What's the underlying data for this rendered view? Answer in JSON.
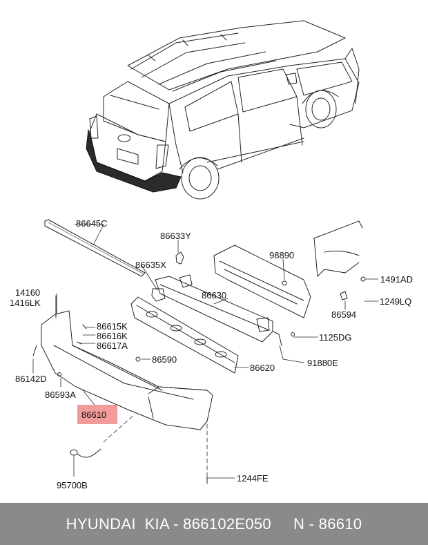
{
  "labels": {
    "p86645C": "86645C",
    "p86633Y": "86633Y",
    "p86635X": "86635X",
    "p98890": "98890",
    "p1491AD": "1491AD",
    "p14160": "14160",
    "p1416LK": "1416LK",
    "p86630": "86630",
    "p1249LQ": "1249LQ",
    "p86594": "86594",
    "p86615K": "86615K",
    "p86616K": "86616K",
    "p86617A": "86617A",
    "p1125DG": "1125DG",
    "p86590": "86590",
    "p91880E": "91880E",
    "p86620": "86620",
    "p86142D": "86142D",
    "p86593A": "86593A",
    "p86610": "86610",
    "p95700B": "95700B",
    "p1244FE": "1244FE"
  },
  "highlight_color": "#f39a9a",
  "footer": {
    "text": "HYUNDAI  KIA - 866102E050     N - 86610"
  }
}
